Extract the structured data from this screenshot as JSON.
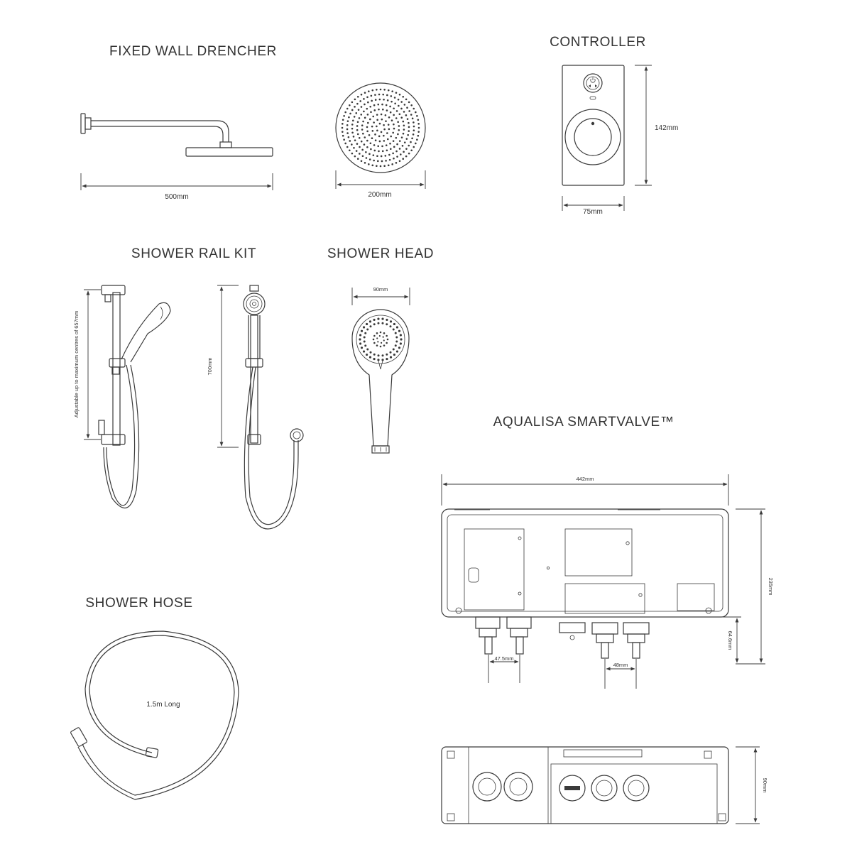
{
  "colors": {
    "ink": "#3a3a3a",
    "background": "#ffffff"
  },
  "sections": {
    "drencher": {
      "title": "FIXED WALL DRENCHER",
      "arm_length": "500mm",
      "head_diameter": "200mm"
    },
    "controller": {
      "title": "CONTROLLER",
      "height": "142mm",
      "width": "75mm",
      "power_icon": "power-icon",
      "arrows_icon": "left-right-arrows-icon"
    },
    "rail_kit": {
      "title": "SHOWER RAIL KIT",
      "adjustable_note": "Adjustable up to maximum centres of 657mm",
      "rail_height": "700mm"
    },
    "shower_head": {
      "title": "SHOWER HEAD",
      "width": "90mm"
    },
    "hose": {
      "title": "SHOWER HOSE",
      "length_label": "1.5m Long"
    },
    "smartvalve": {
      "title": "AQUALISA SMARTVALVE™",
      "width": "442mm",
      "height": "235mm",
      "outlet_height": "64.6mm",
      "inlet_spacing": "47.5mm",
      "outlet_spacing": "48mm",
      "depth": "90mm"
    }
  }
}
